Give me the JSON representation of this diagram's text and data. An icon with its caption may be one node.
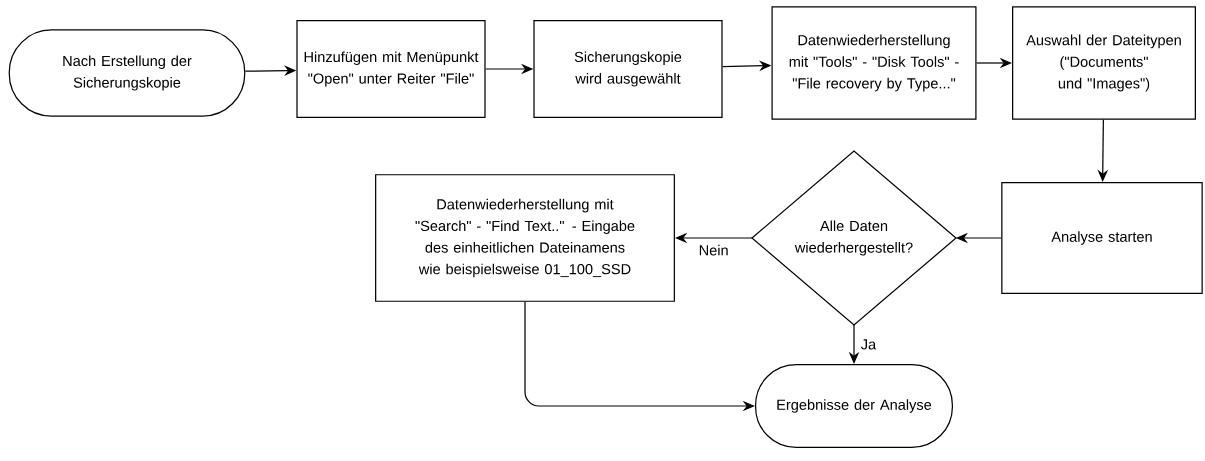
{
  "diagram": {
    "nodes": [
      {
        "text": [
          "Nach Erstellung der Sicherungskopie"
        ]
      },
      {
        "text": [
          "Hinzufügen mit Menüpunkt \"Open\" unter Reiter \"File\""
        ]
      },
      {
        "text": [
          "Sicherungskopie wird ausgewählt"
        ]
      },
      {
        "text": [
          "Datenwiederherstellung mit \"Tools\" - \"Disk Tools\" - \"File recovery by Type...\""
        ]
      },
      {
        "text": [
          "Auswahl der Dateitypen (\"Documents\" und \"Images\")"
        ]
      },
      {
        "text": [
          "Analyse starten"
        ]
      },
      {
        "text": [
          "Alle Daten wiederhergestellt?"
        ]
      },
      {
        "text": [
          "Datenwiederherstellung mit \"Search\" - \"Find Text..\" - Eingabe des einheitlichen Dateinamens wie beispielsweise 01_100_SSD"
        ]
      },
      {
        "text": [
          "Ergebnisse der Analyse"
        ]
      }
    ],
    "edges": [
      {
        "from": 0,
        "to": 1,
        "arrow": "to"
      },
      {
        "from": 1,
        "to": 2,
        "arrow": "to"
      },
      {
        "from": 2,
        "to": 3,
        "arrow": "to"
      },
      {
        "from": 3,
        "to": 4,
        "arrow": "to"
      },
      {
        "from": 4,
        "to": 5,
        "arrow": "to"
      },
      {
        "from": 5,
        "to": 6,
        "arrow": "to"
      },
      {
        "from": 6,
        "to": 7,
        "arrow": "to",
        "label": "Nein"
      },
      {
        "from": 6,
        "to": 8,
        "arrow": "to",
        "label": "Ja"
      },
      {
        "from": 7,
        "to": 8,
        "arrow": "to"
      }
    ]
  }
}
